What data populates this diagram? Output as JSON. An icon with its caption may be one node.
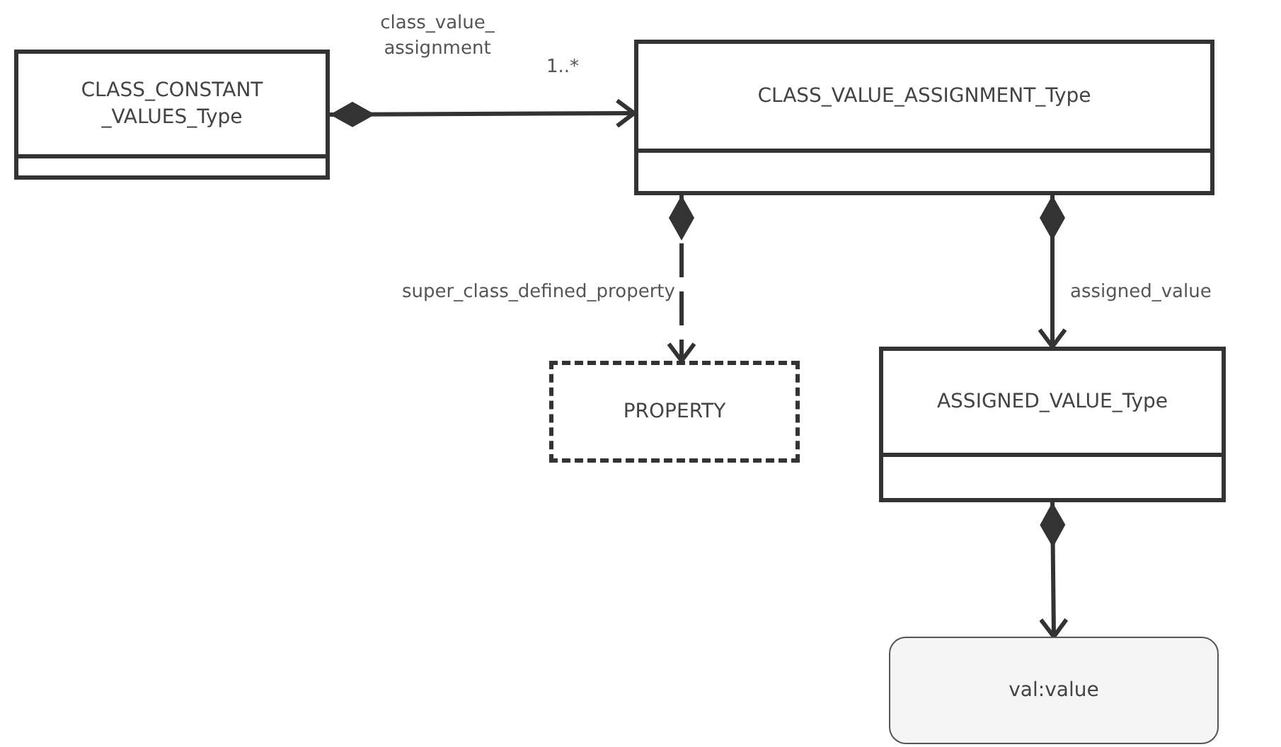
{
  "diagram": {
    "nodes": [
      {
        "text": [
          "CLASS_CONSTANT _VALUES_Type"
        ]
      },
      {
        "text": [
          "CLASS_VALUE_ASSIGNMENT_Type"
        ]
      },
      {
        "text": [
          "PROPERTY"
        ]
      },
      {
        "text": [
          "ASSIGNED_VALUE_Type"
        ]
      },
      {
        "text": [
          "val:value"
        ]
      }
    ],
    "edges": [
      {
        "from": 0,
        "to": 1,
        "arrow": "to",
        "label": "class_value_ assignment"
      },
      {
        "from": 1,
        "to": 2,
        "arrow": "to",
        "label": "super_class_defined_property",
        "style": "dashed"
      },
      {
        "from": 1,
        "to": 3,
        "arrow": "to",
        "label": "assigned_value"
      },
      {
        "from": 3,
        "to": 4,
        "arrow": "to"
      }
    ],
    "labels": [
      "1..*"
    ]
  }
}
